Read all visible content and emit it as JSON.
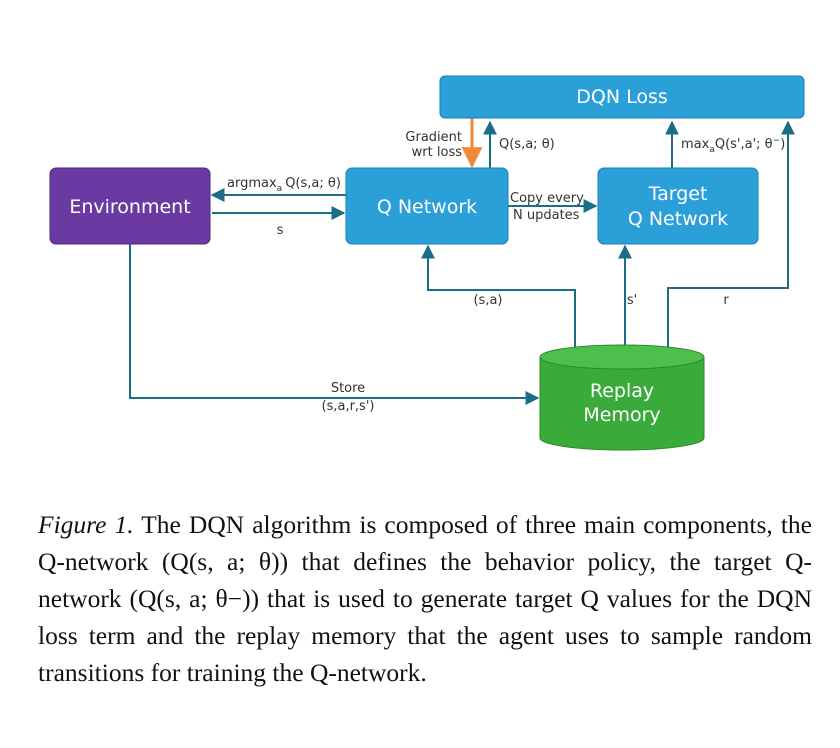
{
  "nodes": {
    "environment": "Environment",
    "q_network": "Q Network",
    "target_q_network": [
      "Target",
      "Q Network"
    ],
    "dqn_loss": "DQN Loss",
    "replay_memory": [
      "Replay",
      "Memory"
    ]
  },
  "edges": {
    "gradient_wrt_loss": [
      "Gradient",
      "wrt loss"
    ],
    "q_sa_theta": "Q(s,a; θ)",
    "max_target": "max",
    "max_target_sub": "a",
    "max_target_rest": "Q(s',a'; θ",
    "max_target_sup": "−",
    "max_target_close": ")",
    "argmax": "argmax",
    "argmax_sub": "a",
    "argmax_rest": "Q(s,a; θ)",
    "s": "s",
    "copy_every": [
      "Copy every",
      "N updates"
    ],
    "sa": "(s,a)",
    "s_prime": "s'",
    "r": "r",
    "store": [
      "Store",
      "(s,a,r,s')"
    ]
  },
  "colors": {
    "environment": "#6a3aa2",
    "network": "#2b9fd8",
    "replay_memory": "#3aaa3a",
    "gradient_arrow": "#f0883a",
    "edges": "#1c6e88"
  },
  "caption": {
    "figure_label": "Figure 1.",
    "text": "The DQN algorithm is composed of three main components, the Q-network (Q(s, a; θ)) that defines the behavior policy, the target Q-network (Q(s, a; θ−)) that is used to generate target Q values for the DQN loss term and the replay memory that the agent uses to sample random transitions for training the Q-network."
  }
}
